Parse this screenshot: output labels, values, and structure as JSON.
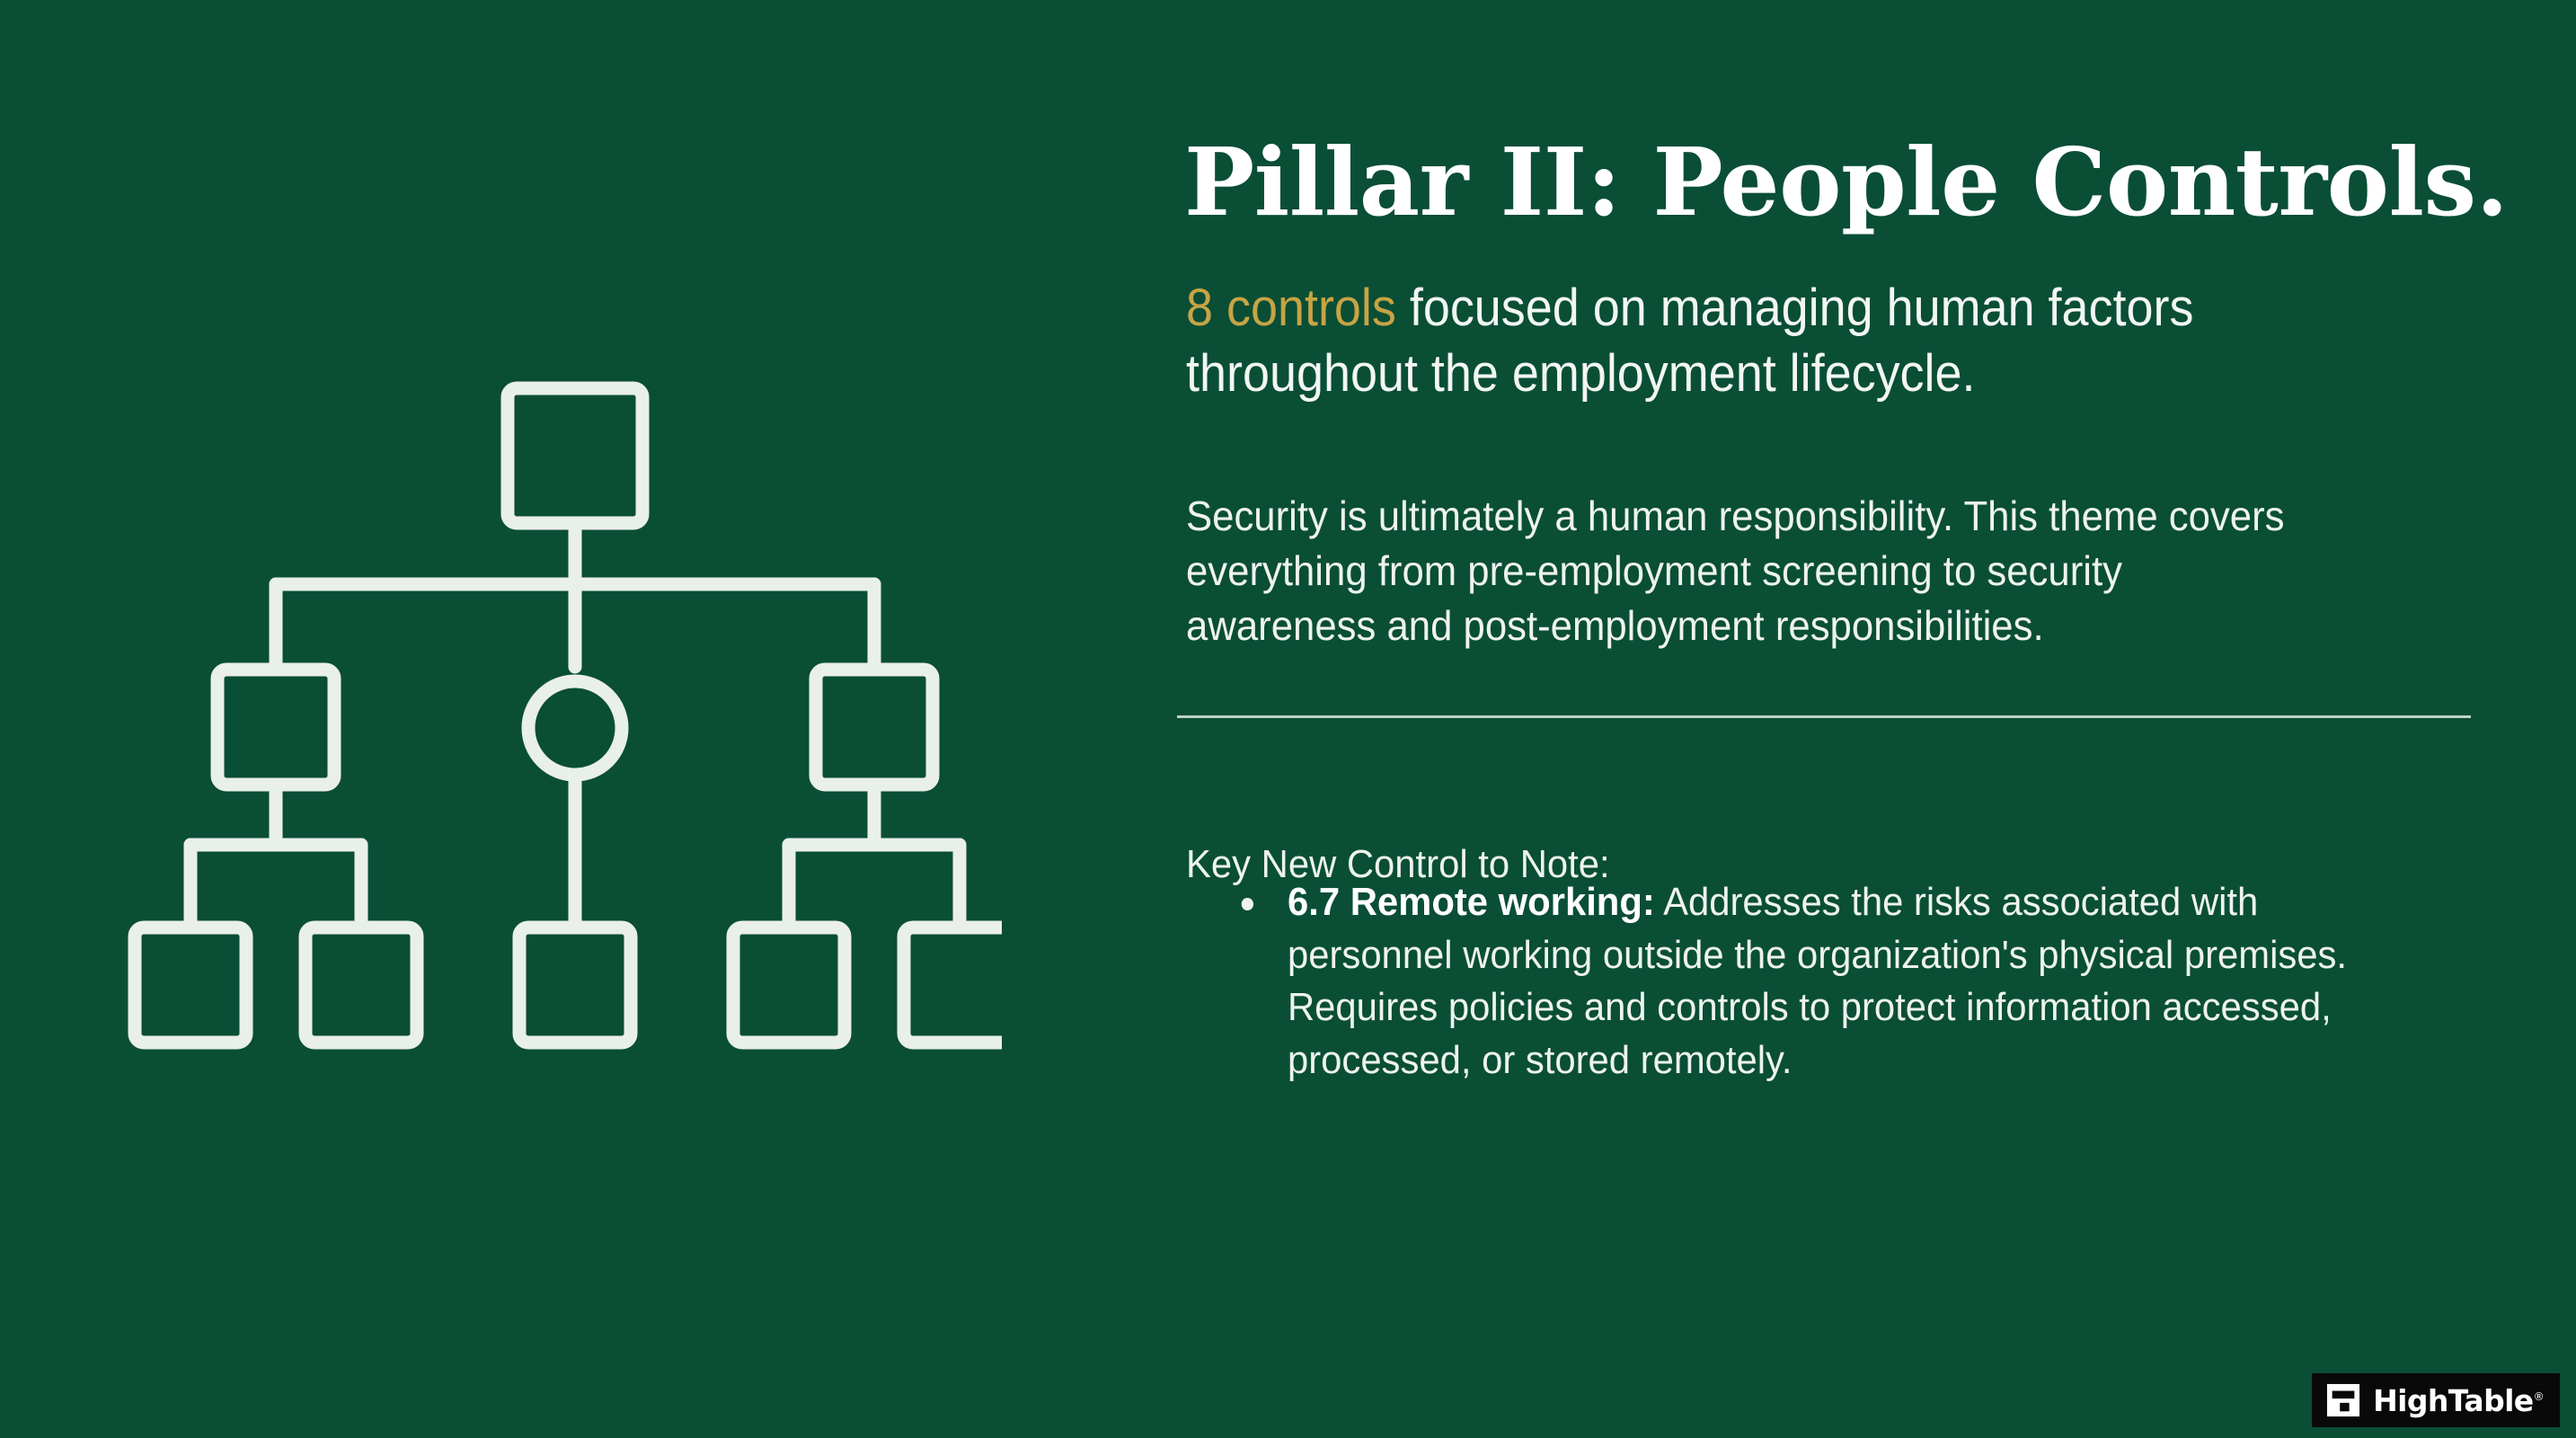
{
  "slide": {
    "background_color": "#0a4e36",
    "accent_color": "#c7a444",
    "text_color": "#eef3ee",
    "diagram_stroke_color": "#e9efe9"
  },
  "header": {
    "title": "Pillar II: People Controls."
  },
  "subtitle": {
    "accent": "8 controls",
    "rest": " focused on managing human factors throughout the employment lifecycle."
  },
  "body": {
    "paragraph": "Security is ultimately a human responsibility. This theme covers everything from pre-employment screening to security awareness and post-employment responsibilities."
  },
  "note": {
    "label": "Key New Control to Note:",
    "items": [
      {
        "lead": "6.7 Remote working:",
        "text": " Addresses the risks associated with personnel working outside the organization's physical premises. Requires policies and controls to protect information accessed, processed, or stored remotely."
      }
    ]
  },
  "diagram": {
    "name": "organization-hierarchy-icon",
    "node_count": 9,
    "shapes": [
      "square",
      "square",
      "circle",
      "square",
      "square",
      "square",
      "square",
      "square",
      "square"
    ]
  },
  "logo": {
    "name": "HighTable",
    "registered_mark": "®",
    "mark_icon": "hightable-square-mark-icon"
  }
}
